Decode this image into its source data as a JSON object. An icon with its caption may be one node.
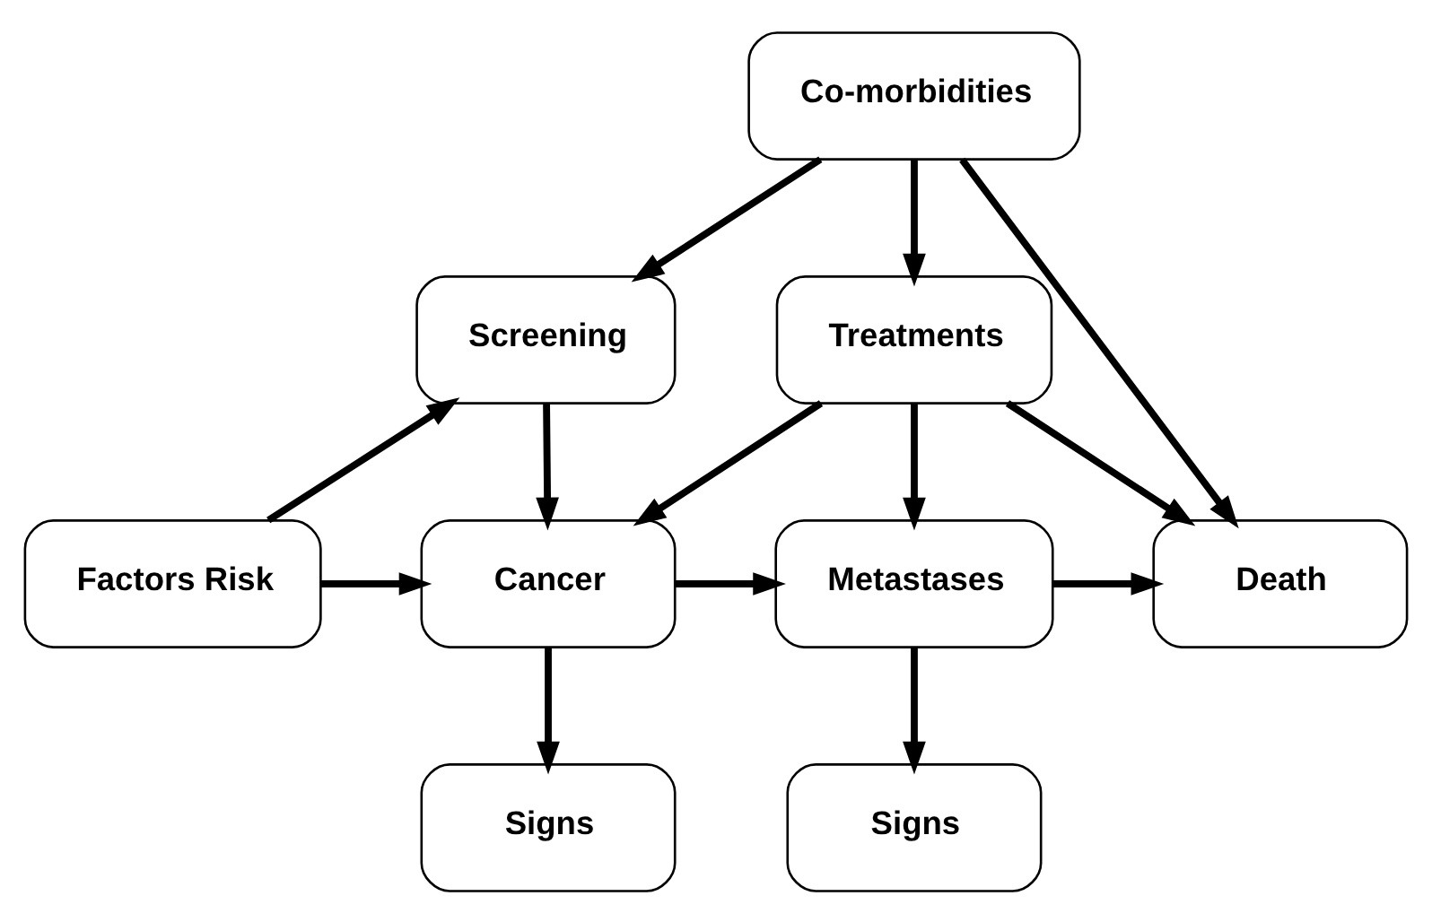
{
  "diagram": {
    "nodes": [
      {
        "text": [
          "Co-morbidities"
        ]
      },
      {
        "text": [
          "Screening"
        ]
      },
      {
        "text": [
          "Treatments"
        ]
      },
      {
        "text": [
          "Factors Risk"
        ]
      },
      {
        "text": [
          "Cancer"
        ]
      },
      {
        "text": [
          "Metastases"
        ]
      },
      {
        "text": [
          "Death"
        ]
      },
      {
        "text": [
          "Signs"
        ]
      },
      {
        "text": [
          "Signs"
        ]
      }
    ],
    "edges": [
      {
        "from": 0,
        "to": 1,
        "arrow": "to"
      },
      {
        "from": 0,
        "to": 2,
        "arrow": "to"
      },
      {
        "from": 0,
        "to": 6,
        "arrow": "to"
      },
      {
        "from": 3,
        "to": 1,
        "arrow": "to"
      },
      {
        "from": 3,
        "to": 4,
        "arrow": "to"
      },
      {
        "from": 1,
        "to": 4,
        "arrow": "to"
      },
      {
        "from": 2,
        "to": 4,
        "arrow": "to"
      },
      {
        "from": 2,
        "to": 5,
        "arrow": "to"
      },
      {
        "from": 2,
        "to": 6,
        "arrow": "to"
      },
      {
        "from": 4,
        "to": 5,
        "arrow": "to"
      },
      {
        "from": 5,
        "to": 6,
        "arrow": "to"
      },
      {
        "from": 4,
        "to": 7,
        "arrow": "to"
      },
      {
        "from": 5,
        "to": 8,
        "arrow": "to"
      }
    ]
  }
}
